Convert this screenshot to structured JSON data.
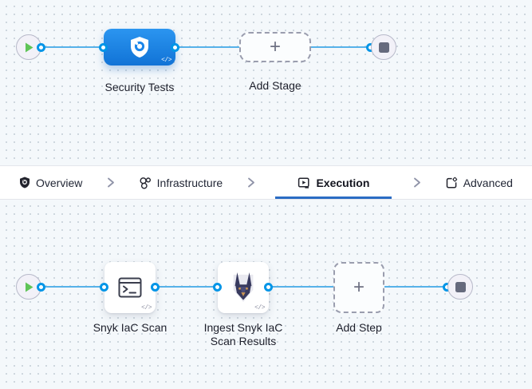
{
  "colors": {
    "canvas_bg": "#f4f8fb",
    "line_blue": "#57b2e9",
    "port_blue": "#0095e7",
    "stage_blue_top": "#2b95f0",
    "stage_blue_bottom": "#1173d6",
    "underline_blue": "#2b6cc4",
    "label_dark": "#1d1f2b",
    "dashed_border": "#9a9dae",
    "end_square": "#666a7d",
    "play_green": "#5fc457",
    "tabbar_border": "#e3e5eb"
  },
  "stage_pipeline": {
    "start_node": {
      "icon": "play-icon"
    },
    "stage": {
      "label": "Security Tests",
      "icon": "security-shield-icon",
      "badge": "</>"
    },
    "add_stage": {
      "label": "Add Stage",
      "icon": "plus-icon",
      "glyph": "+"
    },
    "end_node": {
      "icon": "stop-icon"
    }
  },
  "tab_bar": {
    "tabs": [
      {
        "label": "Overview",
        "icon": "shield-icon",
        "active": false
      },
      {
        "label": "Infrastructure",
        "icon": "cluster-icon",
        "active": false
      },
      {
        "label": "Execution",
        "icon": "run-icon",
        "active": true
      },
      {
        "label": "Advanced",
        "icon": "settings-box-icon",
        "active": false
      }
    ],
    "separator_icon": "chevron-right-icon"
  },
  "step_pipeline": {
    "start_node": {
      "icon": "play-icon"
    },
    "steps": [
      {
        "label": "Snyk IaC Scan",
        "icon": "terminal-icon",
        "badge": "</>"
      },
      {
        "label": "Ingest Snyk IaC Scan Results",
        "icon": "snyk-dog-icon",
        "badge": "</>"
      }
    ],
    "add_step": {
      "label": "Add Step",
      "icon": "plus-icon",
      "glyph": "+"
    },
    "end_node": {
      "icon": "stop-icon"
    }
  }
}
